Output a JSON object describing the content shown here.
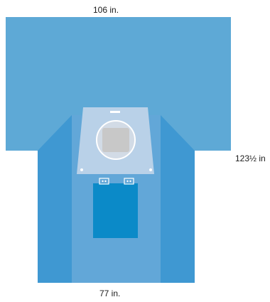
{
  "dimensions": {
    "top_width": "106 in.",
    "length": "123½ in",
    "bottom_width": "77 in."
  },
  "colors": {
    "drape_top": "#5ea9d6",
    "drape_sides": "#3f98d2",
    "drape_center_panel": "#62a7d8",
    "window_panel": "#b9d1e8",
    "window_circle": "#d2dbe6",
    "window_square": "#c8c8c8",
    "pouch": "#0b8ac8",
    "background": "#ffffff"
  }
}
